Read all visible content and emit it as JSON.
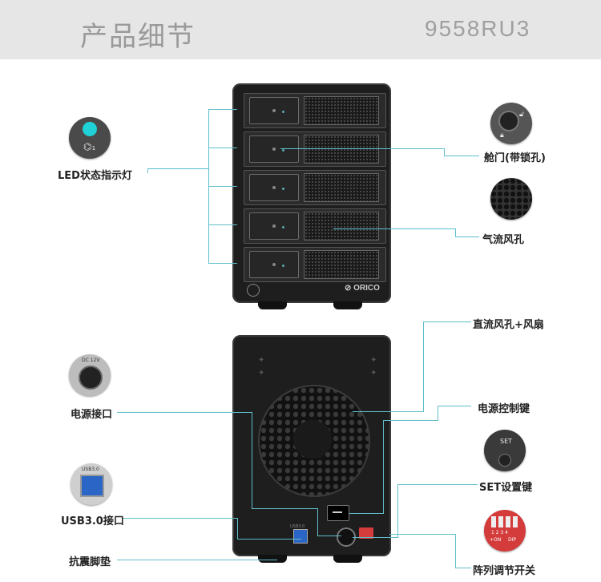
{
  "header": {
    "title": "产品细节",
    "model": "9558RU3"
  },
  "front_device": {
    "brand": "⊘ ORICO",
    "bay_count": 5
  },
  "back_device": {
    "usb_port_label": "USB3.0",
    "dc_label": "DC 12V"
  },
  "callouts": {
    "led_indicator": "LED状态指示灯",
    "bay_door": "舱门(带锁孔)",
    "vent": "气流风孔",
    "dc_fan": "直流风孔+风扇",
    "power_port": "电源接口",
    "power_switch": "电源控制键",
    "set_key": "SET设置键",
    "usb_port": "USB3.0接口",
    "raid_switch": "阵列调节开关",
    "anti_shock_feet": "抗震脚垫"
  },
  "icons": {
    "power_closeup_label": "DC 12V",
    "usb_closeup_label": "USB3.0",
    "set_closeup_label": "SET",
    "dip_numbers": "1 2 3 4",
    "dip_on": "+ON",
    "dip_text": "DIP"
  },
  "colors": {
    "accent": "#5fbfcc",
    "header_bg": "#e6e6e6",
    "led_cyan": "#1fd1d6",
    "dip_red": "#d43b3b"
  }
}
